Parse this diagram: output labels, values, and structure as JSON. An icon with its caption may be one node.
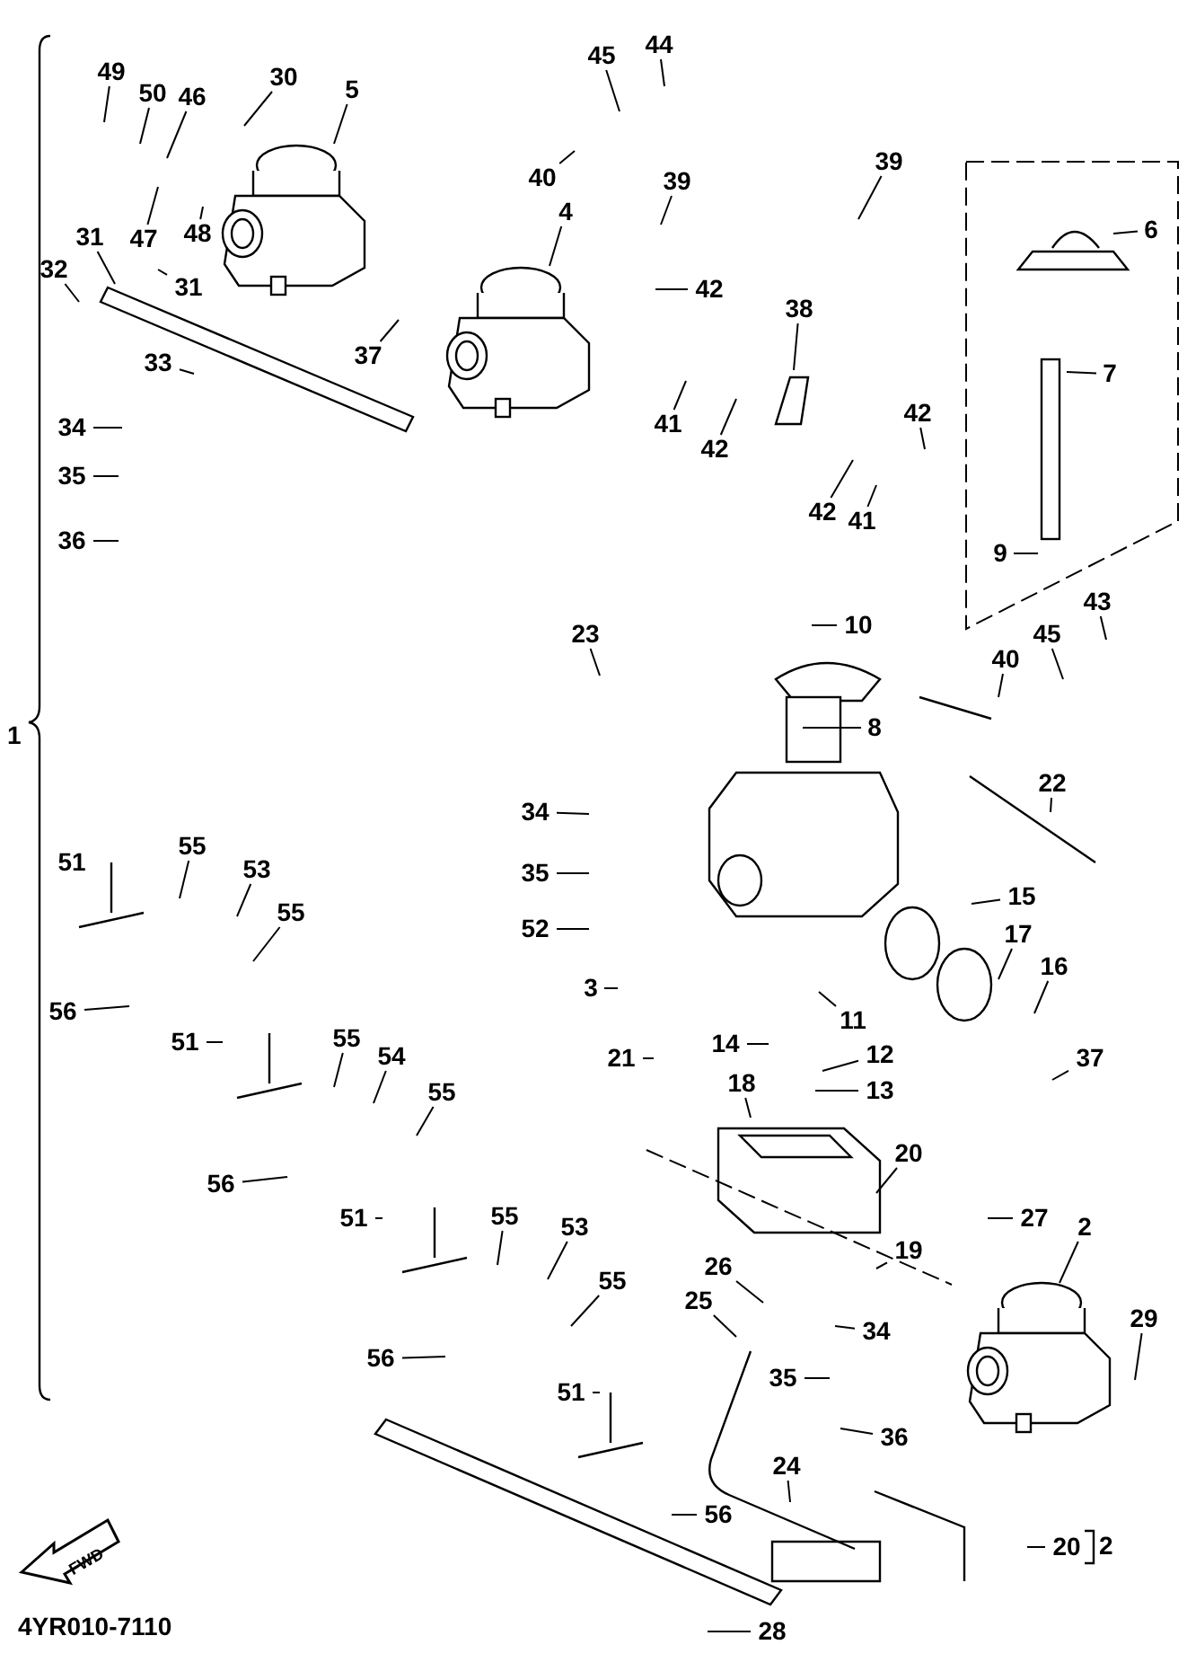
{
  "diagram": {
    "nodes": [
      {
        "text": [
          "49"
        ]
      },
      {
        "text": [
          "50"
        ]
      },
      {
        "text": [
          "46"
        ]
      },
      {
        "text": [
          "30"
        ]
      },
      {
        "text": [
          "5"
        ]
      },
      {
        "text": [
          "45"
        ]
      },
      {
        "text": [
          "44"
        ]
      },
      {
        "text": [
          "40"
        ]
      },
      {
        "text": [
          "39"
        ]
      },
      {
        "text": [
          "39"
        ]
      },
      {
        "text": [
          "4"
        ]
      },
      {
        "text": [
          "31"
        ]
      },
      {
        "text": [
          "47"
        ]
      },
      {
        "text": [
          "48"
        ]
      },
      {
        "text": [
          "32"
        ]
      },
      {
        "text": [
          "31"
        ]
      },
      {
        "text": [
          "37"
        ]
      },
      {
        "text": [
          "33"
        ]
      },
      {
        "text": [
          "34"
        ]
      },
      {
        "text": [
          "35"
        ]
      },
      {
        "text": [
          "36"
        ]
      },
      {
        "text": [
          "42"
        ]
      },
      {
        "text": [
          "38"
        ]
      },
      {
        "text": [
          "41"
        ]
      },
      {
        "text": [
          "42"
        ]
      },
      {
        "text": [
          "42"
        ]
      },
      {
        "text": [
          "42"
        ]
      },
      {
        "text": [
          "41"
        ]
      },
      {
        "text": [
          "6"
        ]
      },
      {
        "text": [
          "7"
        ]
      },
      {
        "text": [
          "9"
        ]
      },
      {
        "text": [
          "10"
        ]
      },
      {
        "text": [
          "43"
        ]
      },
      {
        "text": [
          "45"
        ]
      },
      {
        "text": [
          "40"
        ]
      },
      {
        "text": [
          "23"
        ]
      },
      {
        "text": [
          "8"
        ]
      },
      {
        "text": [
          "22"
        ]
      },
      {
        "text": [
          "34"
        ]
      },
      {
        "text": [
          "35"
        ]
      },
      {
        "text": [
          "52"
        ]
      },
      {
        "text": [
          "3"
        ]
      },
      {
        "text": [
          "15"
        ]
      },
      {
        "text": [
          "17"
        ]
      },
      {
        "text": [
          "16"
        ]
      },
      {
        "text": [
          "11"
        ]
      },
      {
        "text": [
          "14"
        ]
      },
      {
        "text": [
          "12"
        ]
      },
      {
        "text": [
          "13"
        ]
      },
      {
        "text": [
          "21"
        ]
      },
      {
        "text": [
          "18"
        ]
      },
      {
        "text": [
          "37"
        ]
      },
      {
        "text": [
          "20"
        ]
      },
      {
        "text": [
          "19"
        ]
      },
      {
        "text": [
          "51"
        ]
      },
      {
        "text": [
          "55"
        ]
      },
      {
        "text": [
          "53"
        ]
      },
      {
        "text": [
          "55"
        ]
      },
      {
        "text": [
          "56"
        ]
      },
      {
        "text": [
          "51"
        ]
      },
      {
        "text": [
          "55"
        ]
      },
      {
        "text": [
          "54"
        ]
      },
      {
        "text": [
          "55"
        ]
      },
      {
        "text": [
          "56"
        ]
      },
      {
        "text": [
          "51"
        ]
      },
      {
        "text": [
          "55"
        ]
      },
      {
        "text": [
          "53"
        ]
      },
      {
        "text": [
          "55"
        ]
      },
      {
        "text": [
          "56"
        ]
      },
      {
        "text": [
          "26"
        ]
      },
      {
        "text": [
          "25"
        ]
      },
      {
        "text": [
          "34"
        ]
      },
      {
        "text": [
          "35"
        ]
      },
      {
        "text": [
          "36"
        ]
      },
      {
        "text": [
          "27"
        ]
      },
      {
        "text": [
          "2"
        ]
      },
      {
        "text": [
          "29"
        ]
      },
      {
        "text": [
          "24"
        ]
      },
      {
        "text": [
          "51"
        ]
      },
      {
        "text": [
          "56"
        ]
      },
      {
        "text": [
          "20"
        ]
      },
      {
        "text": [
          "28"
        ]
      }
    ],
    "edges": [
      {
        "from": 0,
        "to": null,
        "arrow": "none"
      },
      {
        "from": 1,
        "to": null,
        "arrow": "none"
      },
      {
        "from": 2,
        "to": null,
        "arrow": "none"
      },
      {
        "from": 3,
        "to": null,
        "arrow": "none"
      },
      {
        "from": 4,
        "to": null,
        "arrow": "none"
      },
      {
        "from": 5,
        "to": null,
        "arrow": "none"
      },
      {
        "from": 6,
        "to": null,
        "arrow": "none"
      },
      {
        "from": 7,
        "to": null,
        "arrow": "none"
      },
      {
        "from": 8,
        "to": null,
        "arrow": "none"
      },
      {
        "from": 9,
        "to": null,
        "arrow": "none"
      },
      {
        "from": 10,
        "to": null,
        "arrow": "none"
      },
      {
        "from": 11,
        "to": null,
        "arrow": "none"
      },
      {
        "from": 12,
        "to": null,
        "arrow": "none"
      },
      {
        "from": 13,
        "to": null,
        "arrow": "none"
      },
      {
        "from": 14,
        "to": null,
        "arrow": "none"
      },
      {
        "from": 15,
        "to": null,
        "arrow": "none"
      },
      {
        "from": 16,
        "to": null,
        "arrow": "none"
      },
      {
        "from": 17,
        "to": null,
        "arrow": "none"
      },
      {
        "from": 18,
        "to": null,
        "arrow": "none"
      },
      {
        "from": 19,
        "to": null,
        "arrow": "none"
      },
      {
        "from": 20,
        "to": null,
        "arrow": "none"
      },
      {
        "from": 21,
        "to": null,
        "arrow": "none"
      },
      {
        "from": 22,
        "to": null,
        "arrow": "none"
      },
      {
        "from": 23,
        "to": null,
        "arrow": "none"
      },
      {
        "from": 24,
        "to": null,
        "arrow": "none"
      },
      {
        "from": 25,
        "to": null,
        "arrow": "none"
      },
      {
        "from": 26,
        "to": null,
        "arrow": "none"
      },
      {
        "from": 27,
        "to": null,
        "arrow": "none"
      },
      {
        "from": 28,
        "to": null,
        "arrow": "none"
      },
      {
        "from": 29,
        "to": null,
        "arrow": "none"
      },
      {
        "from": 30,
        "to": null,
        "arrow": "none"
      },
      {
        "from": 31,
        "to": null,
        "arrow": "none"
      },
      {
        "from": 32,
        "to": null,
        "arrow": "none"
      },
      {
        "from": 33,
        "to": null,
        "arrow": "none"
      },
      {
        "from": 34,
        "to": null,
        "arrow": "none"
      },
      {
        "from": 35,
        "to": null,
        "arrow": "none"
      },
      {
        "from": 36,
        "to": null,
        "arrow": "none"
      },
      {
        "from": 37,
        "to": null,
        "arrow": "none"
      },
      {
        "from": 38,
        "to": null,
        "arrow": "none"
      },
      {
        "from": 39,
        "to": null,
        "arrow": "none"
      },
      {
        "from": 40,
        "to": null,
        "arrow": "none"
      },
      {
        "from": 41,
        "to": null,
        "arrow": "none"
      },
      {
        "from": 42,
        "to": null,
        "arrow": "none"
      },
      {
        "from": 43,
        "to": null,
        "arrow": "none"
      },
      {
        "from": 44,
        "to": null,
        "arrow": "none"
      },
      {
        "from": 45,
        "to": null,
        "arrow": "none"
      },
      {
        "from": 46,
        "to": null,
        "arrow": "none"
      },
      {
        "from": 47,
        "to": null,
        "arrow": "none"
      },
      {
        "from": 48,
        "to": null,
        "arrow": "none"
      },
      {
        "from": 49,
        "to": null,
        "arrow": "none"
      },
      {
        "from": 50,
        "to": null,
        "arrow": "none"
      },
      {
        "from": 51,
        "to": null,
        "arrow": "none"
      },
      {
        "from": 52,
        "to": null,
        "arrow": "none"
      },
      {
        "from": 53,
        "to": null,
        "arrow": "none"
      },
      {
        "from": 54,
        "to": null,
        "arrow": "none"
      },
      {
        "from": 55,
        "to": null,
        "arrow": "none"
      },
      {
        "from": 56,
        "to": null,
        "arrow": "none"
      },
      {
        "from": 57,
        "to": null,
        "arrow": "none"
      },
      {
        "from": 58,
        "to": null,
        "arrow": "none"
      },
      {
        "from": 59,
        "to": null,
        "arrow": "none"
      },
      {
        "from": 60,
        "to": null,
        "arrow": "none"
      },
      {
        "from": 61,
        "to": null,
        "arrow": "none"
      },
      {
        "from": 62,
        "to": null,
        "arrow": "none"
      },
      {
        "from": 63,
        "to": null,
        "arrow": "none"
      },
      {
        "from": 64,
        "to": null,
        "arrow": "none"
      },
      {
        "from": 65,
        "to": null,
        "arrow": "none"
      },
      {
        "from": 66,
        "to": null,
        "arrow": "none"
      },
      {
        "from": 67,
        "to": null,
        "arrow": "none"
      },
      {
        "from": 68,
        "to": null,
        "arrow": "none"
      },
      {
        "from": 69,
        "to": null,
        "arrow": "none"
      },
      {
        "from": 70,
        "to": null,
        "arrow": "none"
      },
      {
        "from": 71,
        "to": null,
        "arrow": "none"
      },
      {
        "from": 72,
        "to": null,
        "arrow": "none"
      },
      {
        "from": 73,
        "to": null,
        "arrow": "none"
      },
      {
        "from": 74,
        "to": null,
        "arrow": "none"
      },
      {
        "from": 75,
        "to": null,
        "arrow": "none"
      },
      {
        "from": 76,
        "to": null,
        "arrow": "none"
      },
      {
        "from": 77,
        "to": null,
        "arrow": "none"
      },
      {
        "from": 78,
        "to": null,
        "arrow": "none"
      },
      {
        "from": 79,
        "to": null,
        "arrow": "none"
      },
      {
        "from": 80,
        "to": null,
        "arrow": "none"
      },
      {
        "from": 81,
        "to": null,
        "arrow": "none"
      }
    ],
    "labels": [
      "1",
      "2",
      "FWD",
      "4YR010-7110"
    ]
  }
}
